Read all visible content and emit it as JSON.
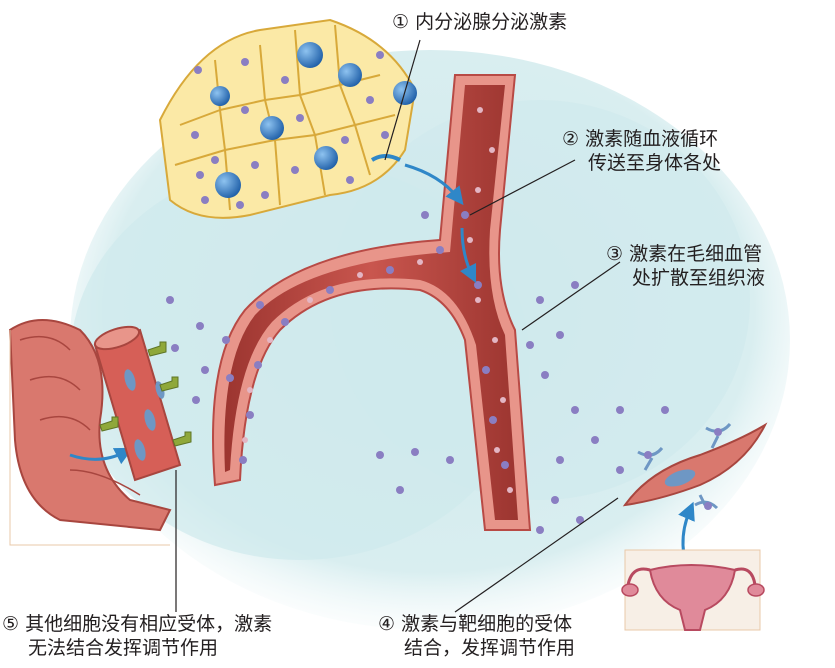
{
  "labels": {
    "step1": {
      "line1": "① 内分泌腺分泌激素"
    },
    "step2": {
      "line1": "② 激素随血液循环",
      "line2": "传送至身体各处"
    },
    "step3": {
      "line1": "③ 激素在毛细血管",
      "line2": "处扩散至组织液"
    },
    "step4": {
      "line1": "④ 激素与靶细胞的受体",
      "line2": "结合，发挥调节作用"
    },
    "step5": {
      "line1": "⑤ 其他细胞没有相应受体，激素",
      "line2": "无法结合发挥调节作用"
    }
  },
  "colors": {
    "tissue_fluid": "#cfe9ec",
    "gland_cells": "#fbe9a6",
    "gland_border": "#d8a93a",
    "nucleus": "#2f78c4",
    "hormone": "#8a7ec2",
    "vessel": "#b84a45",
    "vessel_wall": "#e8958a",
    "muscle": "#d9786e",
    "receptor_green": "#8fa83a",
    "receptor_blue": "#6e97c4",
    "arrow": "#2f87c8"
  }
}
